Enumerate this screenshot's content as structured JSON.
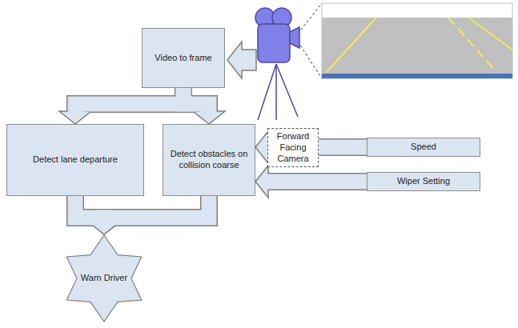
{
  "diagram": {
    "nodes": [
      {
        "text": [
          "Video to frame"
        ]
      },
      {
        "text": [
          "Forward Facing Camera"
        ]
      },
      {
        "text": [
          "Detect lane departure"
        ]
      },
      {
        "text": [
          "Detect obstacles on collision coarse"
        ]
      },
      {
        "text": [
          "Speed"
        ]
      },
      {
        "text": [
          "Wiper Setting"
        ]
      },
      {
        "text": [
          "Warn Driver"
        ]
      }
    ],
    "edges": [
      {
        "from": 0,
        "to": 2,
        "arrow": "to"
      },
      {
        "from": 0,
        "to": 3,
        "arrow": "to"
      },
      {
        "from": 4,
        "to": 3,
        "arrow": "to"
      },
      {
        "from": 5,
        "to": 3,
        "arrow": "to"
      },
      {
        "from": 2,
        "to": 6,
        "arrow": "to"
      },
      {
        "from": 3,
        "to": 6,
        "arrow": "to"
      }
    ]
  }
}
